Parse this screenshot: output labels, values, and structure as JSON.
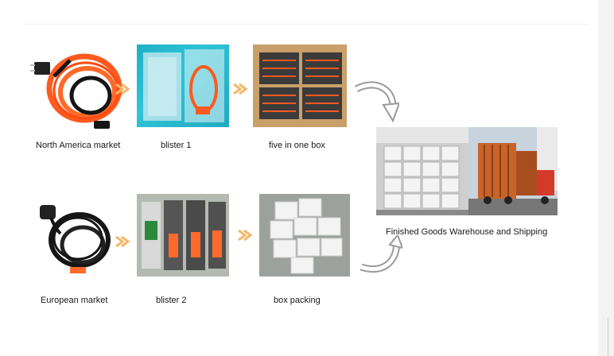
{
  "labels": {
    "north_america": "North America market",
    "blister_1": "blister 1",
    "five_in_one": "five in one box",
    "european": "European market",
    "blister_2": "blister 2",
    "box_packing": "box packing",
    "warehouse": "Finished Goods Warehouse and Shipping"
  },
  "icons": {
    "step_arrow": "double-chevron-arrow-icon",
    "flow_arrow": "curved-flow-arrow-icon"
  },
  "colors": {
    "arrow_orange": "#f5b76a",
    "cable_orange": "#ff5a1f",
    "cable_black": "#151515",
    "box_cardboard": "#c9a06a",
    "container_orange": "#c8642a"
  }
}
